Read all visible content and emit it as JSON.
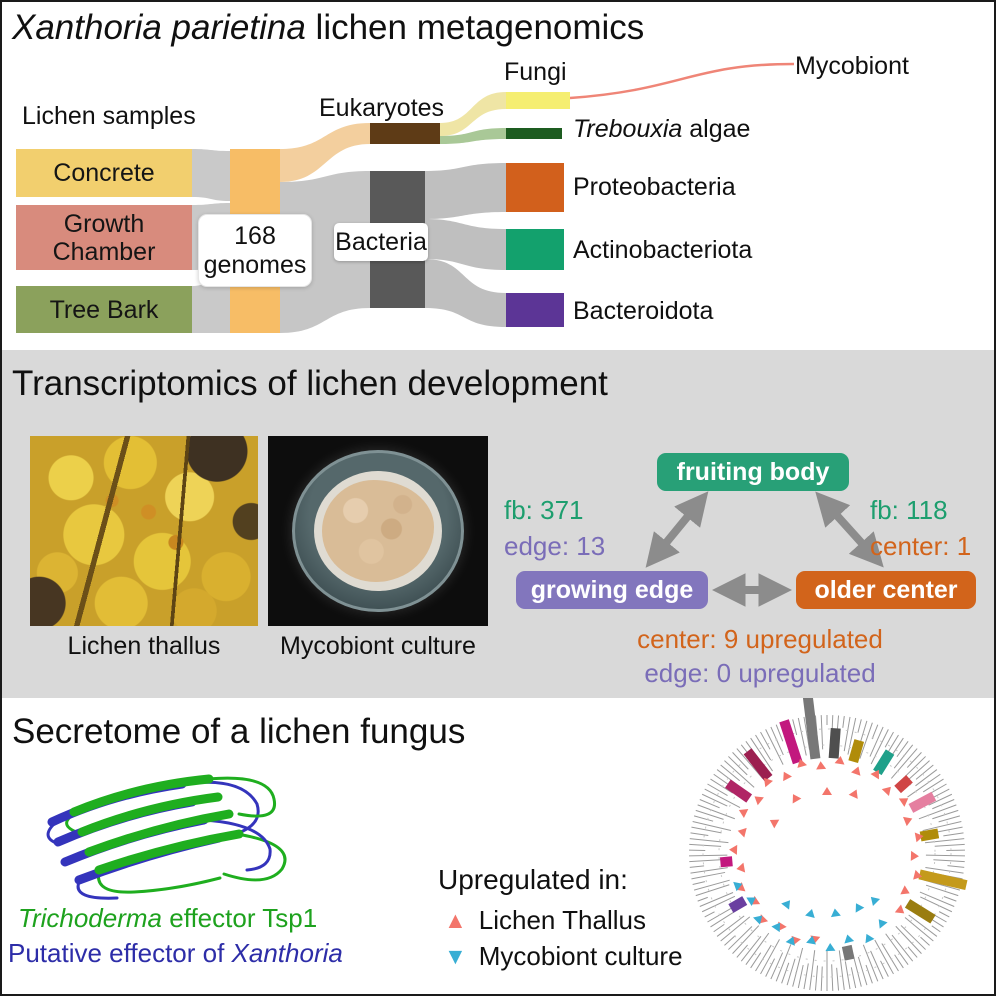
{
  "metagenomics": {
    "title_italic": "Xanthoria parietina",
    "title_rest": " lichen metagenomics",
    "samples_label": "Lichen samples",
    "samples": [
      {
        "label": "Concrete",
        "color": "#f2cf6e"
      },
      {
        "label": "Growth Chamber",
        "color": "#d88b7d"
      },
      {
        "label": "Tree Bark",
        "color": "#8ba15c"
      }
    ],
    "genomes_label": "168 genomes",
    "genomes_bar_color": "#f7bd66",
    "eukaryotes": {
      "label": "Eukaryotes",
      "color": "#5e3b16"
    },
    "bacteria": {
      "label": "Bacteria",
      "color": "#595959"
    },
    "fungi": {
      "label": "Fungi",
      "color": "#f5ee71"
    },
    "mycobiont": {
      "label": "Mycobiont",
      "color": "#ef8577"
    },
    "trebouxia": {
      "label_italic": "Trebouxia",
      "label_rest": " algae",
      "color": "#1d5c20"
    },
    "proteobacteria": {
      "label": "Proteobacteria",
      "color": "#d2601c"
    },
    "actinobacteriota": {
      "label": "Actinobacteriota",
      "color": "#13a16d"
    },
    "bacteroidota": {
      "label": "Bacteroidota",
      "color": "#5c3596"
    }
  },
  "transcriptomics": {
    "title": "Transcriptomics of lichen development",
    "captions": [
      "Lichen thallus",
      "Mycobiont culture"
    ],
    "nodes": {
      "fruiting_body": {
        "label": "fruiting body",
        "color": "#28a077"
      },
      "growing_edge": {
        "label": "growing edge",
        "color": "#8276bd"
      },
      "older_center": {
        "label": "older center",
        "color": "#d2641b"
      }
    },
    "stats": {
      "left_fb": "fb: 371",
      "left_edge": "edge: 13",
      "right_fb": "fb: 118",
      "right_center": "center: 1",
      "bottom_center": "center: 9 upregulated",
      "bottom_edge": "edge: 0 upregulated"
    }
  },
  "secretome": {
    "title": "Secretome of a lichen fungus",
    "caption_green_italic": "Trichoderma",
    "caption_green_rest": " effector Tsp1",
    "caption_blue_pre": "Putative effector of ",
    "caption_blue_italic": "Xanthoria",
    "legend": {
      "title": "Upregulated in:",
      "items": [
        {
          "symbol": "▲",
          "label": "Lichen Thallus",
          "color": "#f3756b"
        },
        {
          "symbol": "▼",
          "label": "Mycobiont culture",
          "color": "#38aed4"
        }
      ]
    },
    "tree": {
      "bars": [
        [
          -55,
          26,
          "#b02565"
        ],
        [
          -38,
          34,
          "#9c1f50"
        ],
        [
          -18,
          44,
          "#c2187e"
        ],
        [
          -7,
          62,
          "#787878"
        ],
        [
          4,
          30,
          "#4f4f4f"
        ],
        [
          16,
          22,
          "#b08c0a"
        ],
        [
          32,
          24,
          "#1fa08a"
        ],
        [
          48,
          16,
          "#d04545"
        ],
        [
          62,
          26,
          "#e57fa0"
        ],
        [
          80,
          18,
          "#b08c0a"
        ],
        [
          103,
          48,
          "#c49a1b"
        ],
        [
          122,
          30,
          "#9a7d10"
        ],
        [
          168,
          14,
          "#777777"
        ],
        [
          -120,
          16,
          "#6a3fa0"
        ],
        [
          -95,
          12,
          "#c2187e"
        ]
      ],
      "red": [
        [
          -172,
          84
        ],
        [
          -160,
          90
        ],
        [
          -148,
          84
        ],
        [
          -136,
          90
        ],
        [
          -124,
          84
        ],
        [
          -112,
          90
        ],
        [
          -100,
          84
        ],
        [
          -88,
          90
        ],
        [
          -76,
          84
        ],
        [
          -64,
          90
        ],
        [
          -52,
          84
        ],
        [
          -40,
          90
        ],
        [
          -28,
          84
        ],
        [
          -16,
          90
        ],
        [
          -4,
          84
        ],
        [
          8,
          90
        ],
        [
          20,
          84
        ],
        [
          32,
          90
        ],
        [
          44,
          84
        ],
        [
          56,
          90
        ],
        [
          68,
          84
        ],
        [
          80,
          90
        ],
        [
          92,
          84
        ],
        [
          104,
          90
        ],
        [
          116,
          84
        ],
        [
          128,
          90
        ],
        [
          -30,
          60
        ],
        [
          0,
          58
        ],
        [
          25,
          62
        ],
        [
          -60,
          58
        ]
      ],
      "blue": [
        [
          142,
          84
        ],
        [
          154,
          90
        ],
        [
          166,
          84
        ],
        [
          178,
          90
        ],
        [
          190,
          84
        ],
        [
          202,
          90
        ],
        [
          214,
          84
        ],
        [
          226,
          90
        ],
        [
          238,
          84
        ],
        [
          250,
          90
        ],
        [
          150,
          58
        ],
        [
          172,
          56
        ],
        [
          195,
          58
        ],
        [
          218,
          60
        ],
        [
          135,
          62
        ]
      ]
    }
  }
}
